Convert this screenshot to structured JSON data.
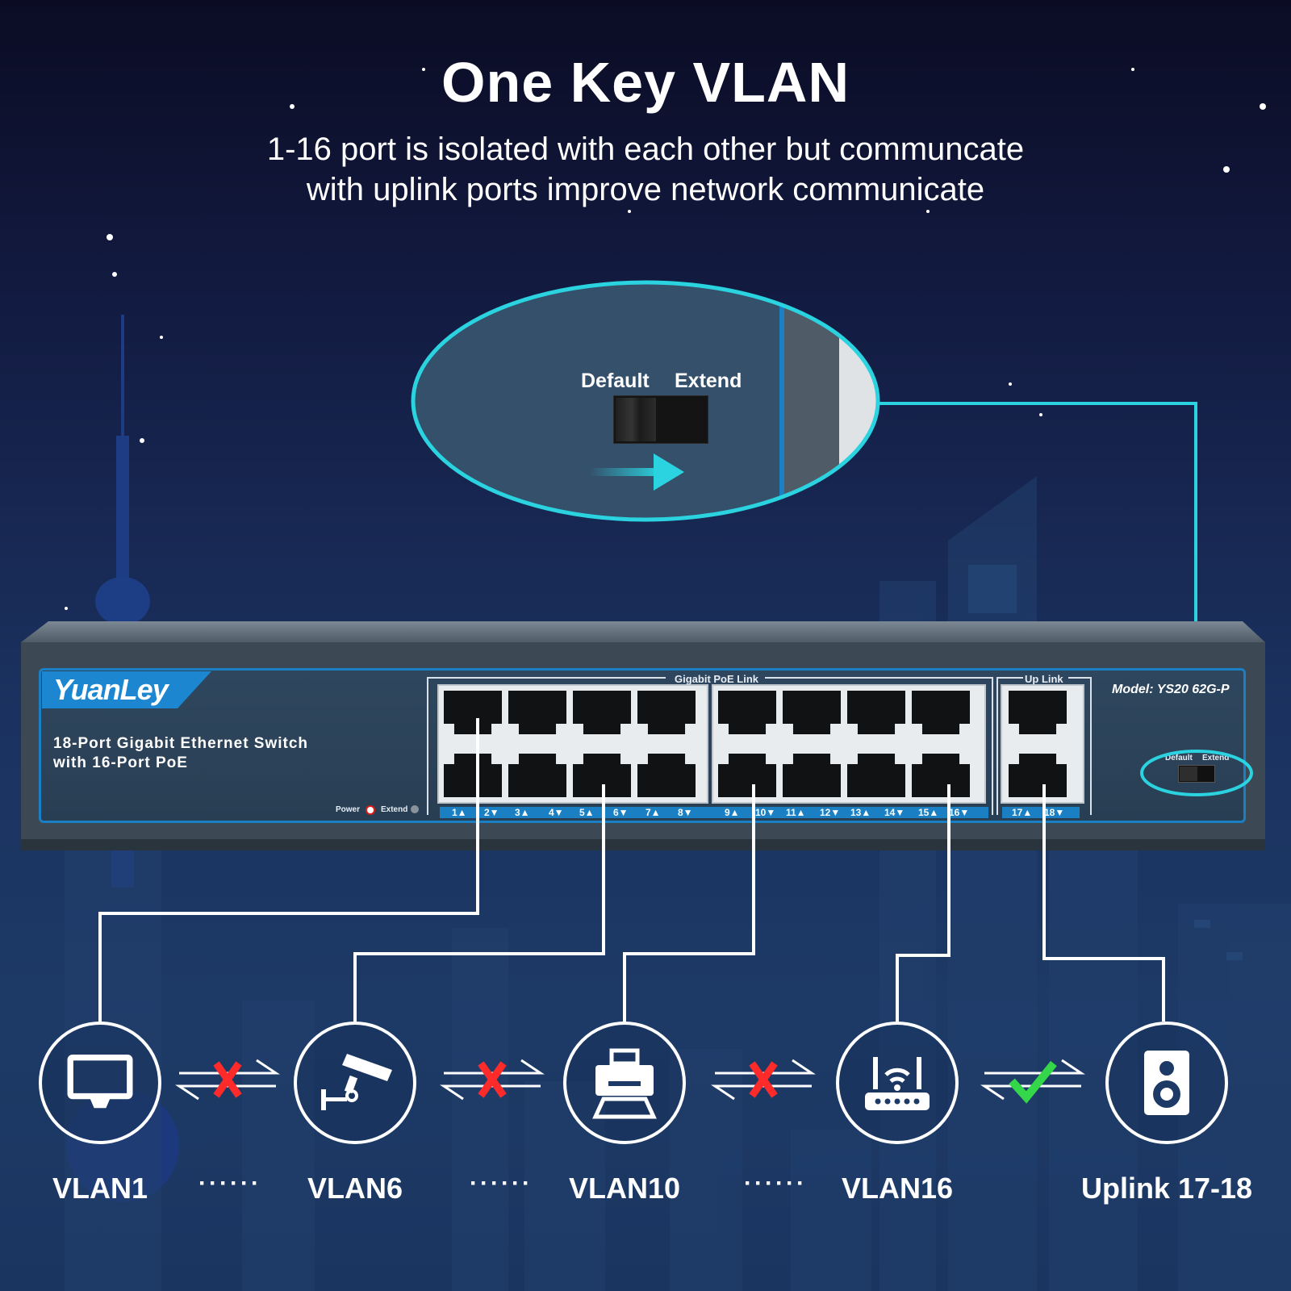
{
  "header": {
    "title": "One Key VLAN",
    "subtitle_line1": "1-16 port is isolated with each other but communcate",
    "subtitle_line2": "with uplink ports improve network communicate"
  },
  "zoom": {
    "default_label": "Default",
    "extend_label": "Extend"
  },
  "device": {
    "brand": "YuanLey",
    "description_line1": "18-Port Gigabit Ethernet Switch",
    "description_line2": "with 16-Port PoE",
    "power_label": "Power",
    "extend_label": "Extend",
    "poe_group_label": "Gigabit PoE Link",
    "uplink_group_label": "Up Link",
    "model": "Model: YS20 62G-P",
    "small_default": "Default",
    "small_extend": "Extend",
    "port_labels": [
      "1▲",
      "2▼",
      "3▲",
      "4▼",
      "5▲",
      "6▼",
      "7▲",
      "8▼",
      "9▲",
      "10▼",
      "11▲",
      "12▼",
      "13▲",
      "14▼",
      "15▲",
      "16▼",
      "17▲",
      "18▼"
    ]
  },
  "devices": [
    {
      "label": "VLAN1",
      "icon": "monitor-icon"
    },
    {
      "label": "VLAN6",
      "icon": "security-camera-icon"
    },
    {
      "label": "VLAN10",
      "icon": "printer-icon"
    },
    {
      "label": "VLAN16",
      "icon": "router-icon"
    },
    {
      "label": "Uplink 17-18",
      "icon": "speaker-icon"
    }
  ],
  "separators": [
    "······",
    "······",
    "······"
  ],
  "colors": {
    "accent_cyan": "#2ad3df",
    "blocked_red": "#ff2a2a",
    "allowed_green": "#34d74a",
    "switch_blue": "#1b7fc4"
  }
}
